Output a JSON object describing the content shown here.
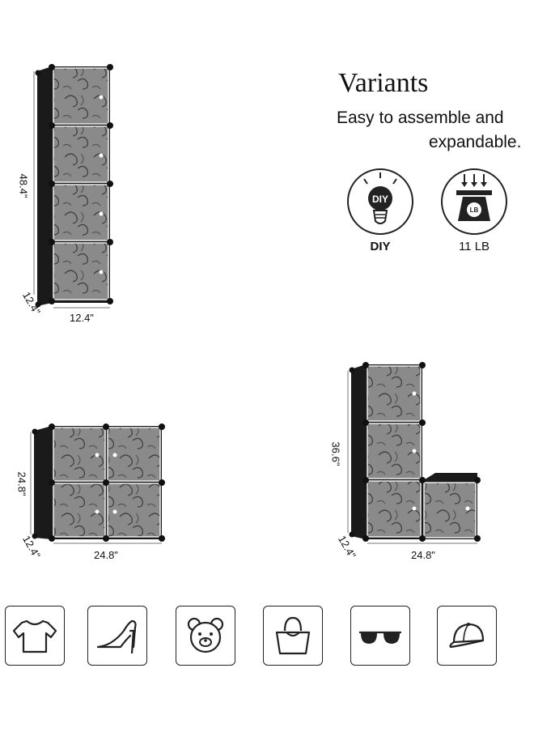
{
  "header": {
    "title": "Variants",
    "subtitle_line1": "Easy to assemble and",
    "subtitle_line2": "expandable."
  },
  "features": [
    {
      "label": "DIY",
      "badge": "DIY",
      "icon": "diy-lightbulb-icon"
    },
    {
      "label": "11 LB",
      "badge": "LB",
      "icon": "scale-weight-icon"
    }
  ],
  "configs": {
    "tower": {
      "height": "48.4\"",
      "depth": "12.4\"",
      "width": "12.4\""
    },
    "square": {
      "height": "24.8\"",
      "depth": "12.4\"",
      "width": "24.8\""
    },
    "lshape": {
      "height": "36.6\"",
      "depth": "12.4\"",
      "width": "24.8\""
    }
  },
  "storage_icons": [
    "tshirt-icon",
    "high-heel-icon",
    "teddy-bear-icon",
    "handbag-icon",
    "sunglasses-icon",
    "cap-icon"
  ]
}
